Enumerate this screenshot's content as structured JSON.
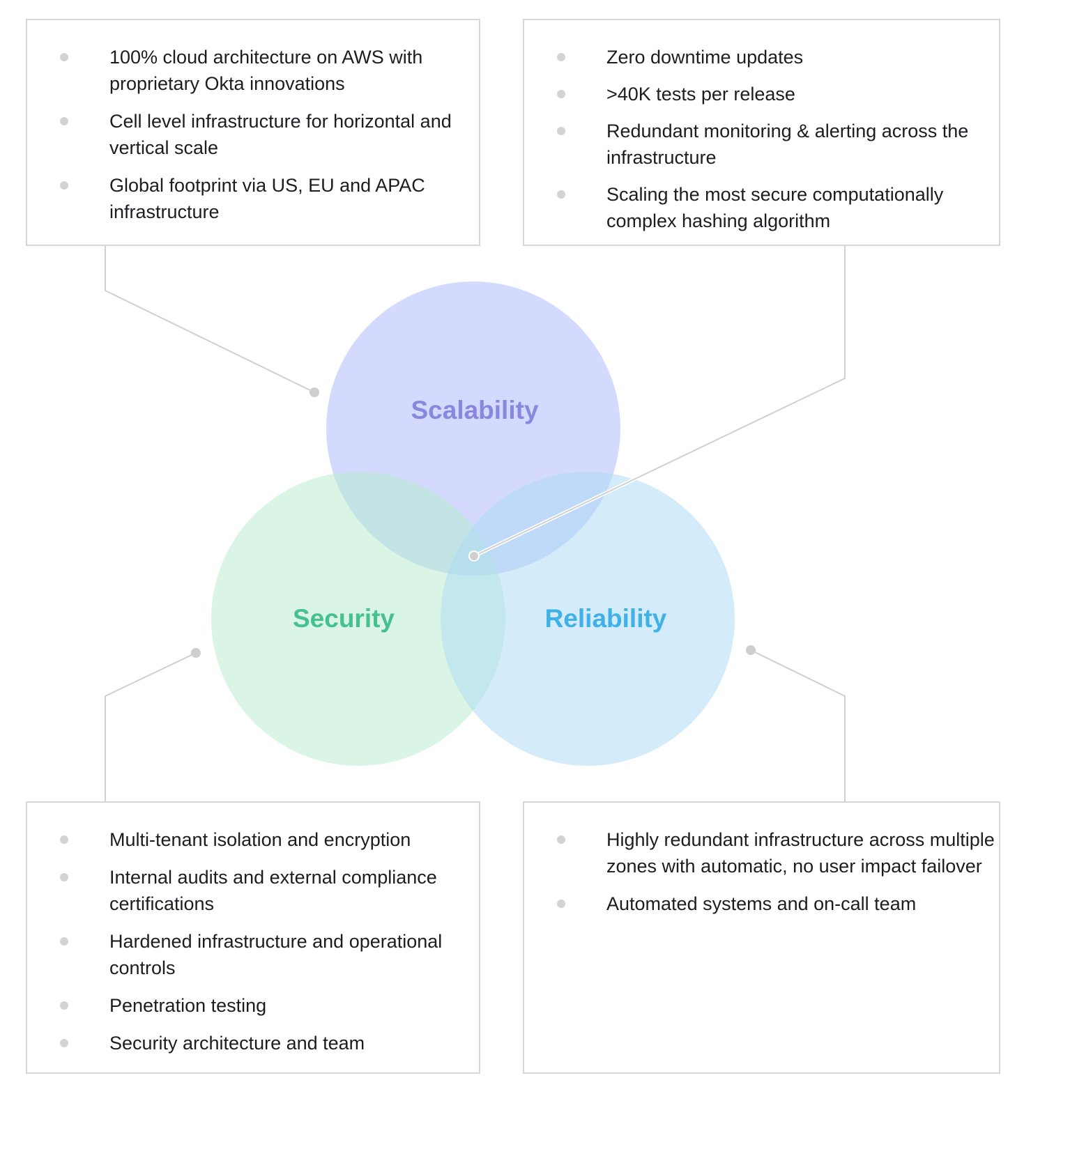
{
  "diagram": {
    "type": "venn",
    "sets": [
      {
        "id": "scalability",
        "label": "Scalability",
        "fill": "#c9d3fd",
        "text_color": "#8a86e0"
      },
      {
        "id": "security",
        "label": "Security",
        "fill": "#d3f3e2",
        "text_color": "#45c08f"
      },
      {
        "id": "reliability",
        "label": "Reliability",
        "fill": "#cde9f8",
        "text_color": "#3fb0e8"
      }
    ],
    "connector_color": "#d0d0d0"
  },
  "panels": {
    "scalability": {
      "items": [
        "100% cloud architecture on AWS with proprietary Okta innovations",
        "Cell level infrastructure for horizontal and vertical scale",
        "Global footprint via US, EU and APAC infrastructure"
      ]
    },
    "intersection": {
      "items": [
        "Zero downtime updates",
        ">40K tests per release",
        "Redundant monitoring & alerting across the infrastructure",
        "Scaling the most secure computationally complex hashing algorithm"
      ]
    },
    "security": {
      "items": [
        "Multi-tenant isolation and encryption",
        "Internal audits and external compliance certifications",
        "Hardened infrastructure and operational controls",
        "Penetration testing",
        "Security architecture and team"
      ]
    },
    "reliability": {
      "items": [
        "Highly redundant infrastructure across multiple zones with automatic, no user impact failover",
        "Automated systems and on-call team"
      ]
    }
  }
}
